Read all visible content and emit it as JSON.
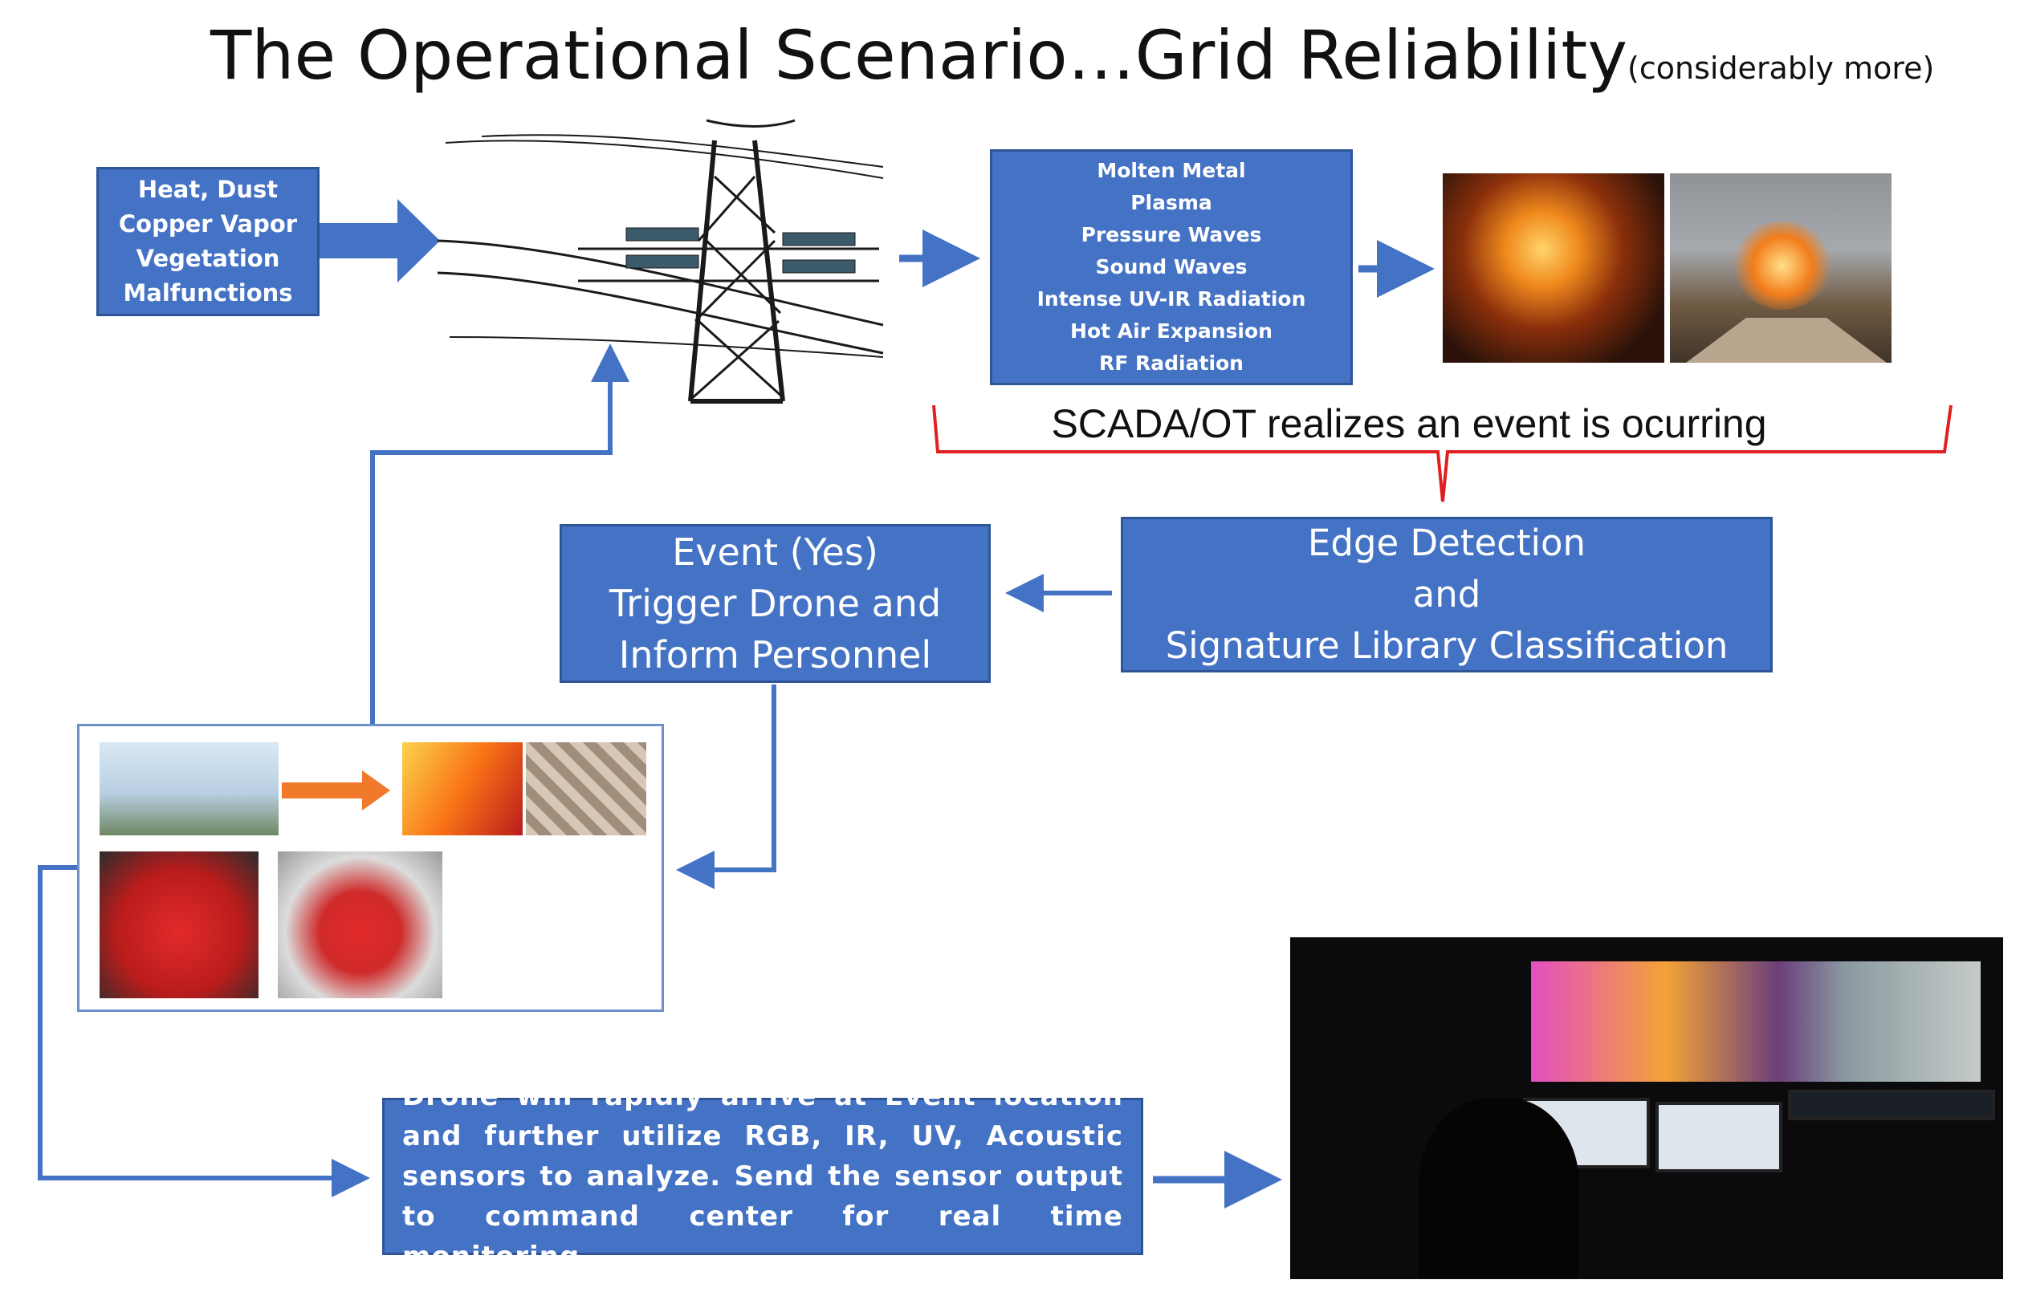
{
  "title": {
    "main": "The Operational Scenario…Grid Reliability",
    "sub": "(considerably more)"
  },
  "inputs_box": {
    "lines": [
      "Heat, Dust",
      "Copper Vapor",
      "Vegetation",
      "Malfunctions"
    ]
  },
  "effects_box": {
    "lines": [
      "Molten Metal",
      "Plasma",
      "Pressure Waves",
      "Sound Waves",
      "Intense UV-IR Radiation",
      "Hot Air Expansion",
      "RF Radiation"
    ]
  },
  "scada_label": "SCADA/OT realizes an event is ocurring",
  "edge_box": {
    "lines": [
      "Edge Detection",
      "and",
      "Signature Library Classification"
    ]
  },
  "event_box": {
    "lines": [
      "Event (Yes)",
      "Trigger Drone and",
      "Inform Personnel"
    ]
  },
  "drone_desc": "Drone will rapidly arrive at Event location and further utilize RGB, IR, UV, Acoustic sensors to analyze. Send the sensor output to command center for real time monitoring.",
  "colors": {
    "box_blue": "#4472c4",
    "arrow_blue": "#4472c4",
    "brace_red": "#e02020"
  },
  "icons": {
    "tower": "transmission-tower-icon",
    "brace": "curly-brace-icon"
  }
}
